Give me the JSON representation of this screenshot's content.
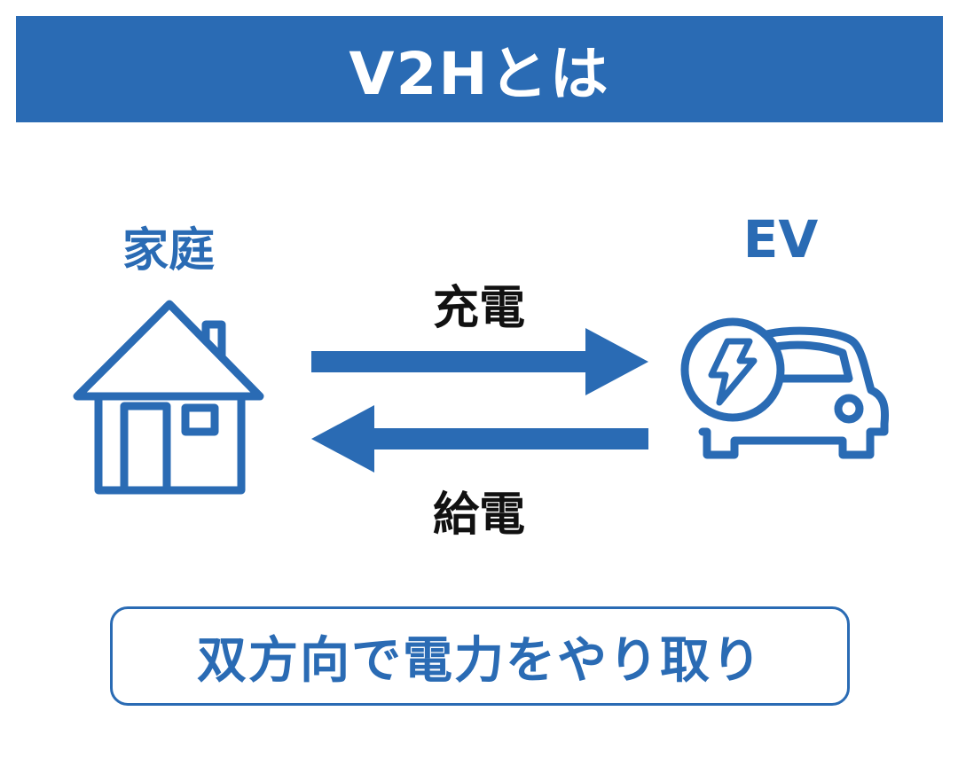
{
  "title": "V2Hとは",
  "nodes": {
    "home_label": "家庭",
    "ev_label": "EV"
  },
  "flows": {
    "charge_label": "充電",
    "supply_label": "給電"
  },
  "summary": "双方向で電力をやり取り",
  "icons": {
    "home": "house-icon",
    "ev": "car-icon",
    "charge_badge": "lightning-icon"
  },
  "colors": {
    "accent": "#2a6bb4",
    "text_dark": "#111111",
    "background": "#ffffff"
  }
}
